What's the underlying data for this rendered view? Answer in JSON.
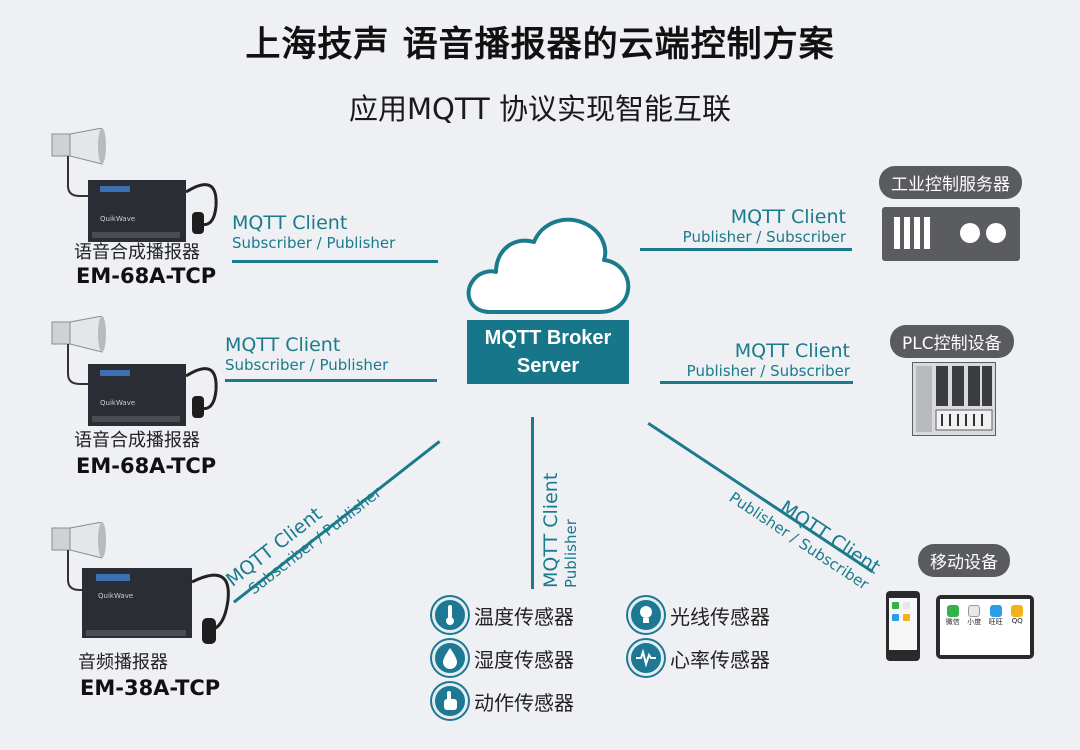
{
  "header": {
    "title": "上海技声 语音播报器的云端控制方案",
    "subtitle": "应用MQTT 协议实现智能互联"
  },
  "broker": {
    "line1": "MQTT Broker",
    "line2": "Server"
  },
  "clients": {
    "left1": {
      "main": "MQTT Client",
      "sub": "Subscriber / Publisher"
    },
    "left2": {
      "main": "MQTT Client",
      "sub": "Subscriber / Publisher"
    },
    "left3": {
      "main": "MQTT Client",
      "sub": "Subscriber / Publisher"
    },
    "center": {
      "main": "MQTT Client",
      "sub": "Publisher"
    },
    "right1": {
      "main": "MQTT Client",
      "sub": "Publisher / Subscriber"
    },
    "right2": {
      "main": "MQTT Client",
      "sub": "Publisher / Subscriber"
    },
    "right3": {
      "main": "MQTT Client",
      "sub": "Publisher / Subscriber"
    }
  },
  "devices": [
    {
      "label": "语音合成播报器",
      "model": "EM-68A-TCP",
      "brand": "QuikWave"
    },
    {
      "label": "语音合成播报器",
      "model": "EM-68A-TCP",
      "brand": "QuikWave"
    },
    {
      "label": "音频播报器",
      "model": "EM-38A-TCP",
      "brand": "QuikWave"
    }
  ],
  "right_badges": {
    "server": "工业控制服务器",
    "plc": "PLC控制设备",
    "mobile": "移动设备"
  },
  "sensors": [
    {
      "label": "温度传感器",
      "icon": "thermometer-icon"
    },
    {
      "label": "湿度传感器",
      "icon": "droplet-icon"
    },
    {
      "label": "动作传感器",
      "icon": "hand-pointer-icon"
    },
    {
      "label": "光线传感器",
      "icon": "lightbulb-icon"
    },
    {
      "label": "心率传感器",
      "icon": "heartbeat-icon"
    }
  ],
  "tablet_apps": [
    "微信",
    "小度",
    "旺旺",
    "QQ"
  ],
  "colors": {
    "accent": "#1a7b8c",
    "broker": "#17768a",
    "badge": "#595b5f"
  }
}
